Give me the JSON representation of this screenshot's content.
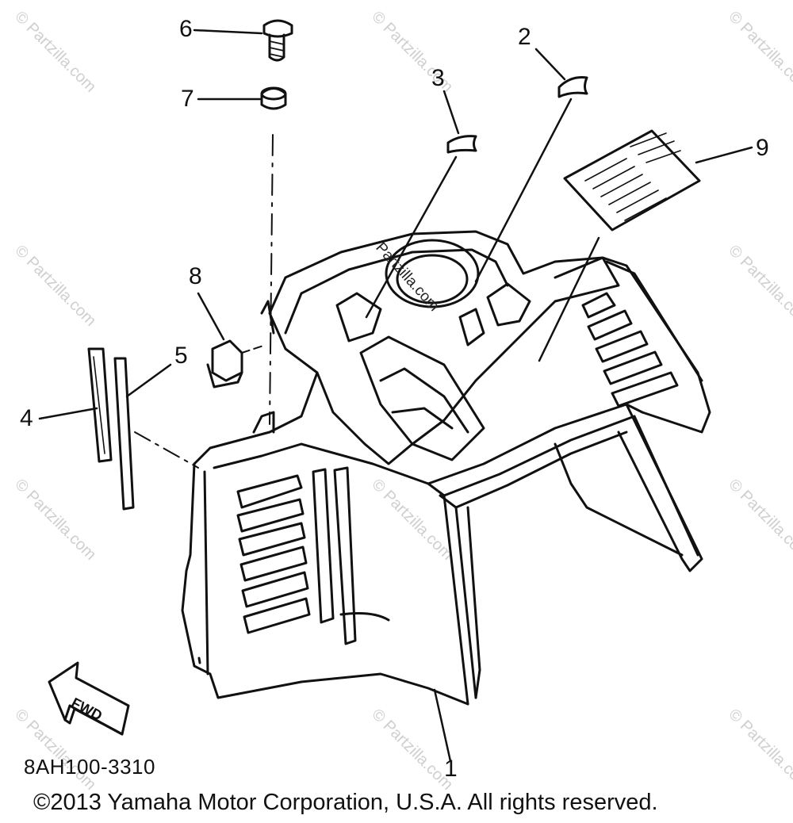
{
  "callouts": {
    "c1": "1",
    "c2": "2",
    "c3": "3",
    "c4": "4",
    "c5": "5",
    "c6": "6",
    "c7": "7",
    "c8": "8",
    "c9": "9"
  },
  "direction_label": "FWD",
  "part_code": "8AH100-3310",
  "copyright": "©2013 Yamaha Motor Corporation, U.S.A. All rights reserved.",
  "watermark": "© Partzilla.com",
  "center_watermark": "Partzilla.com"
}
